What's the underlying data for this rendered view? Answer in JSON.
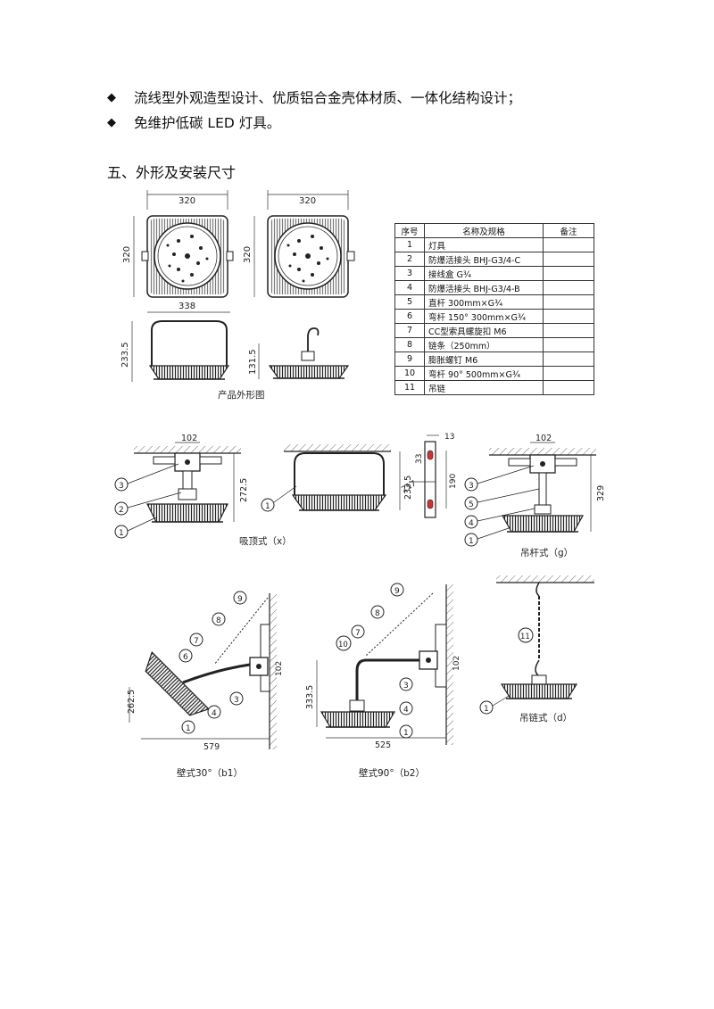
{
  "features": [
    "流线型外观造型设计、优质铝合金壳体材质、一体化结构设计；",
    "免维护低碳 LED 灯具。"
  ],
  "bullet_symbol": "◆",
  "section_title": "五、外形及安装尺寸",
  "dims": {
    "front_width": "320",
    "front_height": "320",
    "side_width": "338",
    "side_height": "233.5",
    "hook_height": "131.5",
    "ceiling_box": "102",
    "ceiling_height": "272.5",
    "bracket_height": "233.5",
    "plate_13": "13",
    "plate_33": "33",
    "plate_217": "217",
    "plate_190": "190",
    "pole_box": "102",
    "pole_height": "329",
    "wall30_height": "262.5",
    "wall30_width": "579",
    "wall30_box": "102",
    "wall90_height": "333.5",
    "wall90_width": "525",
    "wall90_box": "102"
  },
  "captions": {
    "product": "产品外形图",
    "ceiling": "吸顶式（x）",
    "pole": "吊杆式（g）",
    "wall30": "壁式30°（b1）",
    "wall90": "壁式90°（b2）",
    "chain": "吊链式（d）"
  },
  "parts_table": {
    "headers": [
      "序号",
      "名称及规格",
      "备注"
    ],
    "rows": [
      {
        "no": "1",
        "name": "灯具",
        "note": ""
      },
      {
        "no": "2",
        "name": "防爆活接头 BHJ-G3/4-C",
        "note": ""
      },
      {
        "no": "3",
        "name": "接线盒 G¾",
        "note": ""
      },
      {
        "no": "4",
        "name": "防爆活接头 BHJ-G3/4-B",
        "note": ""
      },
      {
        "no": "5",
        "name": "直杆 300mm×G¾",
        "note": ""
      },
      {
        "no": "6",
        "name": "弯杆 150° 300mm×G¾",
        "note": ""
      },
      {
        "no": "7",
        "name": "CC型索具螺旋扣 M6",
        "note": ""
      },
      {
        "no": "8",
        "name": "链条（250mm）",
        "note": ""
      },
      {
        "no": "9",
        "name": "膨胀螺钉 M6",
        "note": ""
      },
      {
        "no": "10",
        "name": "弯杆 90° 500mm×G¾",
        "note": ""
      },
      {
        "no": "11",
        "name": "吊链",
        "note": ""
      }
    ]
  },
  "callouts": {
    "c1": "1",
    "c2": "2",
    "c3": "3",
    "c4": "4",
    "c5": "5",
    "c6": "6",
    "c7": "7",
    "c8": "8",
    "c9": "9",
    "c10": "10",
    "c11": "11"
  }
}
